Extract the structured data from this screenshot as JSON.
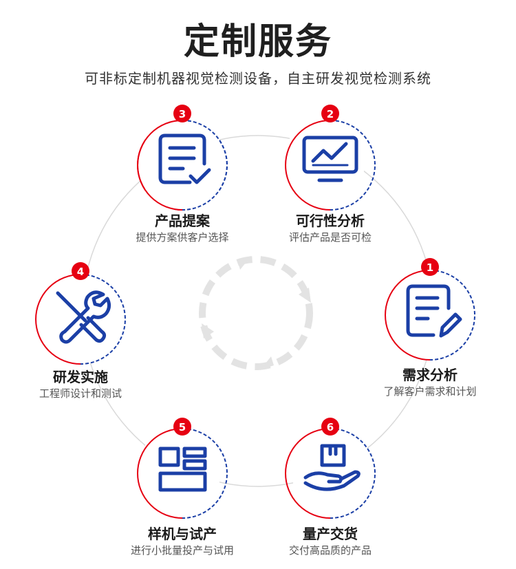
{
  "header": {
    "title": "定制服务",
    "subtitle": "可非标定制机器视觉检测设备，自主研发视觉检测系统"
  },
  "colors": {
    "accent_red": "#e60012",
    "accent_blue": "#1b3fa6"
  },
  "steps": [
    {
      "num": "3",
      "title": "产品提案",
      "desc": "提供方案供客户选择",
      "icon": "document-check-icon"
    },
    {
      "num": "2",
      "title": "可行性分析",
      "desc": "评估产品是否可检",
      "icon": "monitor-chart-icon"
    },
    {
      "num": "1",
      "title": "需求分析",
      "desc": "了解客户需求和计划",
      "icon": "document-edit-icon"
    },
    {
      "num": "4",
      "title": "研发实施",
      "desc": "工程师设计和测试",
      "icon": "wrench-screwdriver-icon"
    },
    {
      "num": "5",
      "title": "样机与试产",
      "desc": "进行小批量投产与试用",
      "icon": "layout-blocks-icon"
    },
    {
      "num": "6",
      "title": "量产交货",
      "desc": "交付高品质的产品",
      "icon": "hand-box-icon"
    }
  ]
}
